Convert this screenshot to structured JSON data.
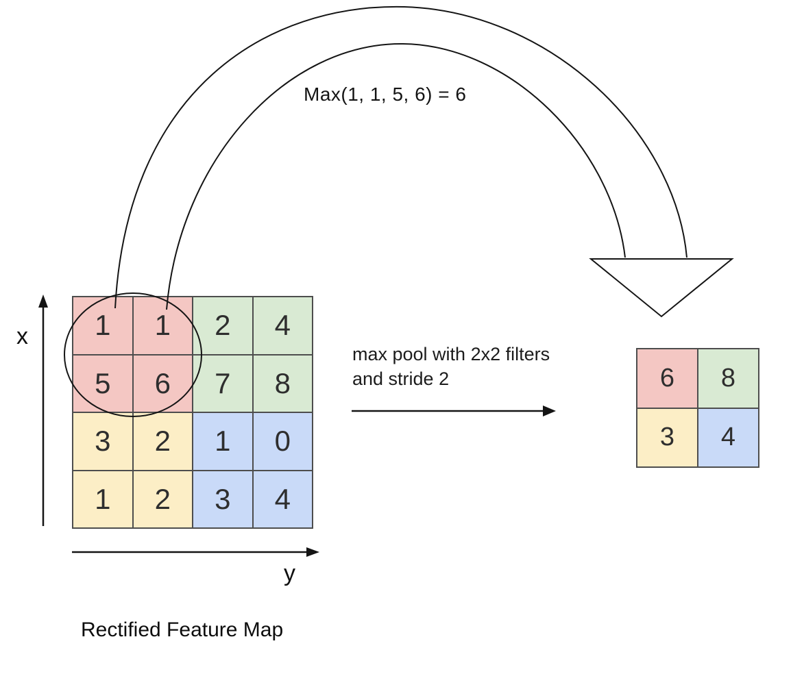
{
  "annotation": "Max(1, 1, 5, 6) = 6",
  "operation_label": "max pool with 2x2 filters\nand stride 2",
  "caption": "Rectified Feature Map",
  "axes": {
    "vertical": "x",
    "horizontal": "y"
  },
  "colors": {
    "pink": "#f4c7c3",
    "green": "#d9ead3",
    "yellow": "#fceec6",
    "blue": "#c9daf8"
  },
  "feature_map": {
    "rows": [
      [
        {
          "value": "1",
          "color": "pink"
        },
        {
          "value": "1",
          "color": "pink"
        },
        {
          "value": "2",
          "color": "green"
        },
        {
          "value": "4",
          "color": "green"
        }
      ],
      [
        {
          "value": "5",
          "color": "pink"
        },
        {
          "value": "6",
          "color": "pink"
        },
        {
          "value": "7",
          "color": "green"
        },
        {
          "value": "8",
          "color": "green"
        }
      ],
      [
        {
          "value": "3",
          "color": "yellow"
        },
        {
          "value": "2",
          "color": "yellow"
        },
        {
          "value": "1",
          "color": "blue"
        },
        {
          "value": "0",
          "color": "blue"
        }
      ],
      [
        {
          "value": "1",
          "color": "yellow"
        },
        {
          "value": "2",
          "color": "yellow"
        },
        {
          "value": "3",
          "color": "blue"
        },
        {
          "value": "4",
          "color": "blue"
        }
      ]
    ]
  },
  "pooled_map": {
    "rows": [
      [
        {
          "value": "6",
          "color": "pink"
        },
        {
          "value": "8",
          "color": "green"
        }
      ],
      [
        {
          "value": "3",
          "color": "yellow"
        },
        {
          "value": "4",
          "color": "blue"
        }
      ]
    ]
  }
}
